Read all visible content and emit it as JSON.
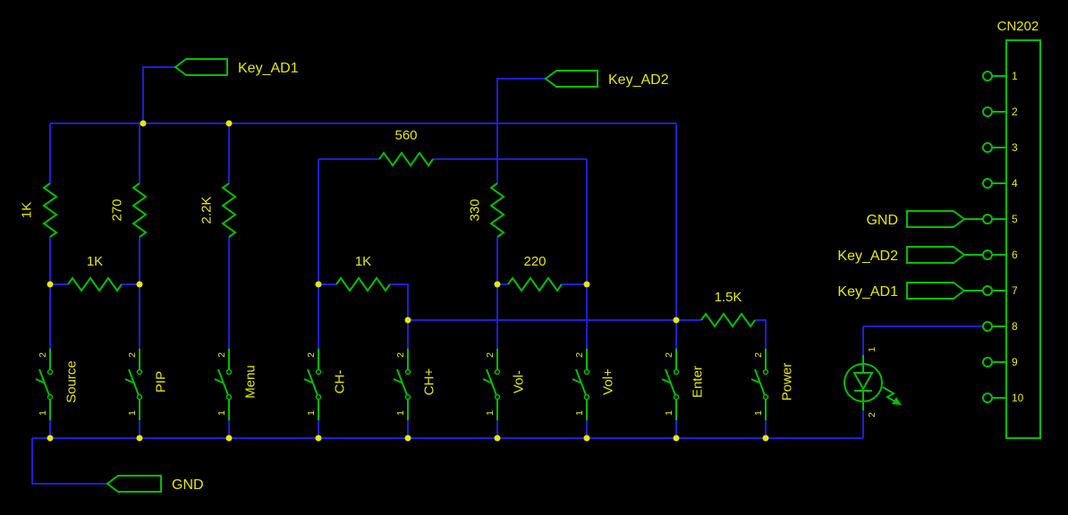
{
  "connector": {
    "title": "CN202",
    "pins": [
      "1",
      "2",
      "3",
      "4",
      "5",
      "6",
      "7",
      "8",
      "9",
      "10"
    ]
  },
  "net_flags": {
    "key_ad1_top": "Key_AD1",
    "key_ad2_top": "Key_AD2",
    "gnd_right": "GND",
    "key_ad2_right": "Key_AD2",
    "key_ad1_right": "Key_AD1",
    "gnd_bottom": "GND"
  },
  "resistors": [
    {
      "value": "1K"
    },
    {
      "value": "270"
    },
    {
      "value": "2.2K"
    },
    {
      "value": "330"
    },
    {
      "value": "560"
    },
    {
      "value": "1K"
    },
    {
      "value": "1K"
    },
    {
      "value": "220"
    },
    {
      "value": "1.5K"
    }
  ],
  "switches": [
    {
      "label": "Source",
      "pin_top": "2",
      "pin_bottom": "1"
    },
    {
      "label": "PIP",
      "pin_top": "2",
      "pin_bottom": "1"
    },
    {
      "label": "Menu",
      "pin_top": "2",
      "pin_bottom": "1"
    },
    {
      "label": "CH-",
      "pin_top": "2",
      "pin_bottom": "1"
    },
    {
      "label": "CH+",
      "pin_top": "2",
      "pin_bottom": "1"
    },
    {
      "label": "Vol-",
      "pin_top": "2",
      "pin_bottom": "1"
    },
    {
      "label": "Vol+",
      "pin_top": "2",
      "pin_bottom": "1"
    },
    {
      "label": "Enter",
      "pin_top": "2",
      "pin_bottom": "1"
    },
    {
      "label": "Power",
      "pin_top": "2",
      "pin_bottom": "1"
    }
  ],
  "led": {
    "pin_top": "1",
    "pin_bottom": "2"
  },
  "colors": {
    "background": "#000000",
    "wire": "#1e1ed8",
    "component": "#00c000",
    "text": "#e8e800",
    "junction_dot": "#e8e800"
  }
}
